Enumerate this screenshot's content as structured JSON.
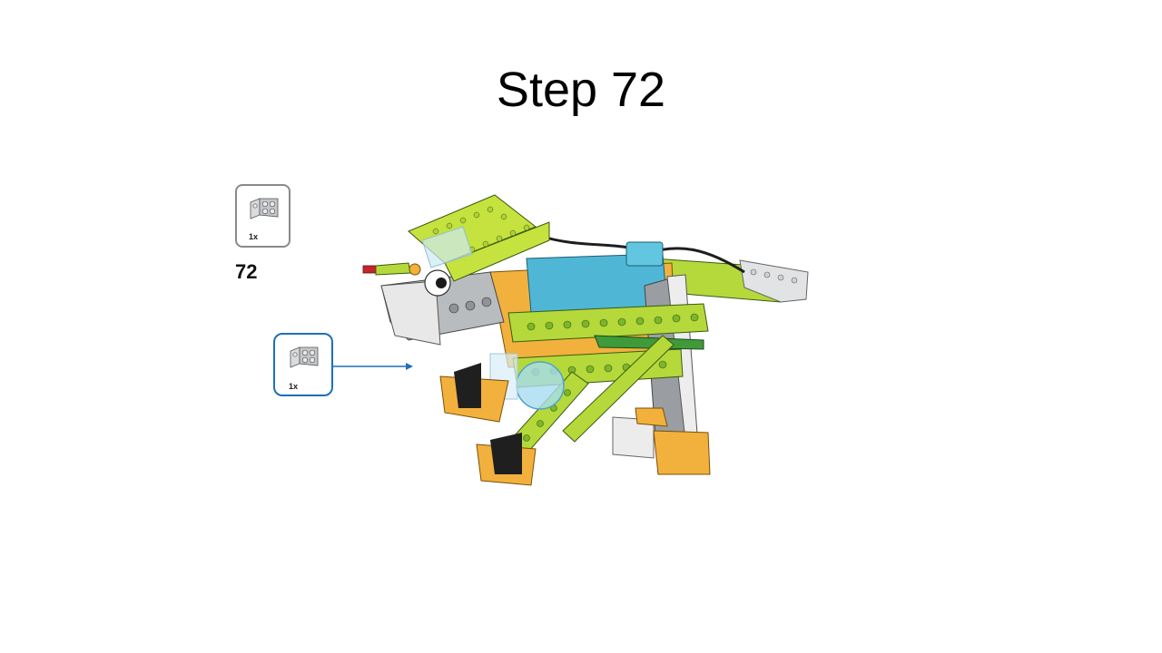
{
  "slide": {
    "title": "Step 72"
  },
  "parts_list": {
    "quantity": "1x",
    "part_icon": "bracket-1x2-2x2-icon",
    "part_color": "#b9bcbf"
  },
  "step": {
    "number": "72"
  },
  "callout": {
    "quantity": "1x",
    "part_icon": "bracket-1x2-2x2-icon",
    "border_color": "#1e6fb8"
  },
  "model": {
    "icon": "robot-dinosaur-model-icon",
    "colors": {
      "lime": "#b5d93b",
      "green": "#7bb62c",
      "blue": "#4fb6d6",
      "orange": "#f2b13d",
      "gray": "#9a9ea2",
      "white": "#eeeeee",
      "black": "#1f1f1f"
    }
  }
}
